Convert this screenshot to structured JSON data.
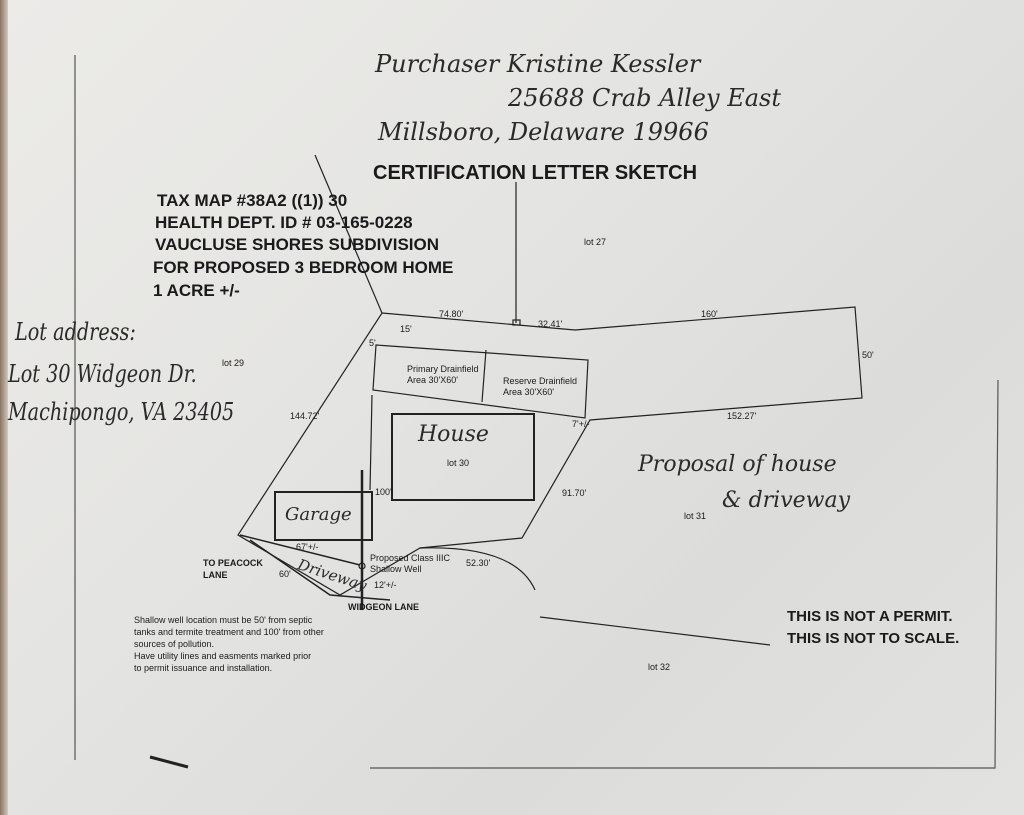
{
  "handwritten_header": {
    "line1": "Purchaser Kristine Kessler",
    "line2": "25688 Crab Alley East",
    "line3": "Millsboro, Delaware 19966"
  },
  "title": "CERTIFICATION LETTER SKETCH",
  "info": {
    "tax_map": "TAX MAP #38A2 ((1)) 30",
    "health_id": "HEALTH DEPT. ID # 03-165-0228",
    "subdivision": "VAUCLUSE SHORES SUBDIVISION",
    "purpose": "FOR PROPOSED 3 BEDROOM HOME",
    "acreage": "1 ACRE +/-"
  },
  "lot_address": {
    "label": "Lot address:",
    "line1": "Lot 30 Widgeon Dr.",
    "line2": "Machipongo, VA 23405"
  },
  "lots": {
    "lot27": "lot 27",
    "lot29": "lot 29",
    "lot30": "lot 30",
    "lot31": "lot 31",
    "lot32": "lot 32"
  },
  "dimensions": {
    "d1": "74.80'",
    "d2": "32.41'",
    "d3": "160'",
    "d4": "50'",
    "d5": "152.27'",
    "d6": "15'",
    "d7": "5'",
    "d8": "7'+/-",
    "d9": "144.72'",
    "d10": "100'",
    "d11": "91.70'",
    "d12": "67'+/-",
    "d13": "60'",
    "d14": "12'+/-",
    "d15": "52.30'"
  },
  "areas": {
    "primary_l1": "Primary Drainfield",
    "primary_l2": "Area  30'X60'",
    "reserve_l1": "Reserve Drainfield",
    "reserve_l2": "Area  30'X60'",
    "house": "House",
    "garage": "Garage",
    "driveway": "Driveway",
    "well_l1": "Proposed Class IIIC",
    "well_l2": "Shallow Well"
  },
  "roads": {
    "peacock_l1": "TO PEACOCK",
    "peacock_l2": "LANE",
    "widgeon": "WIDGEON LANE"
  },
  "notes": [
    "Shallow well location must be 50' from septic",
    "tanks and termite treatment and 100' from other",
    "sources of pollution.",
    "Have utility lines and easments marked prior",
    "to permit issuance and installation."
  ],
  "proposal": {
    "line1": "Proposal of house",
    "line2": "& driveway"
  },
  "disclaimer": {
    "line1": "THIS IS NOT A PERMIT.",
    "line2": "THIS IS NOT TO SCALE."
  }
}
